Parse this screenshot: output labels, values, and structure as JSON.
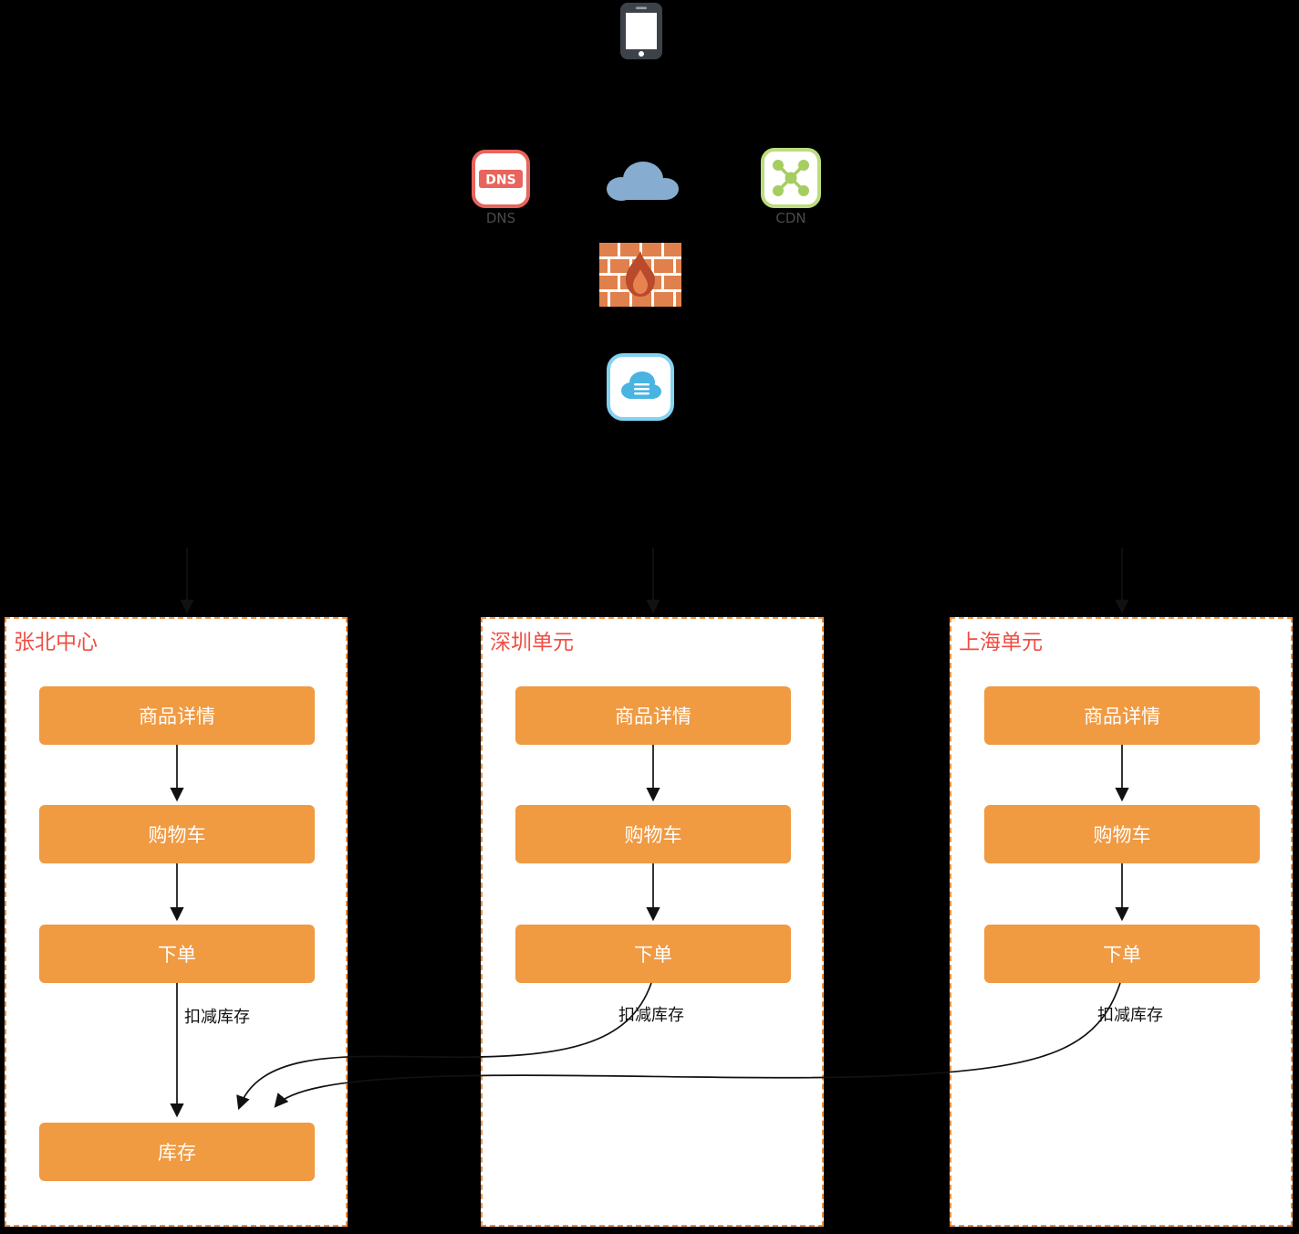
{
  "colors": {
    "background": "#000000",
    "node_fill": "#f09a42",
    "region_border": "#ed9140",
    "region_title": "#ee4f44",
    "dns_red": "#e8645c",
    "cdn_green": "#a6cd5f",
    "cloud_blue": "#86adcf",
    "firewall_brick": "#e0814d",
    "cloud_db_blue": "#49b4e2",
    "arrow": "#111111"
  },
  "icons": {
    "phone": "smartphone-icon",
    "dns": {
      "badge": "DNS",
      "label": "DNS"
    },
    "cloud": "cloud-icon",
    "cdn": {
      "label": "CDN"
    },
    "firewall": "firewall-icon",
    "cloud_db": "cloud-database-icon"
  },
  "regions": [
    {
      "title": "张北中心",
      "buttons": {
        "detail": "商品详情",
        "cart": "购物车",
        "order": "下单",
        "inventory": "库存"
      },
      "edge_label": "扣减库存"
    },
    {
      "title": "深圳单元",
      "buttons": {
        "detail": "商品详情",
        "cart": "购物车",
        "order": "下单"
      },
      "edge_label": "扣减库存"
    },
    {
      "title": "上海单元",
      "buttons": {
        "detail": "商品详情",
        "cart": "购物车",
        "order": "下单"
      },
      "edge_label": "扣减库存"
    }
  ]
}
